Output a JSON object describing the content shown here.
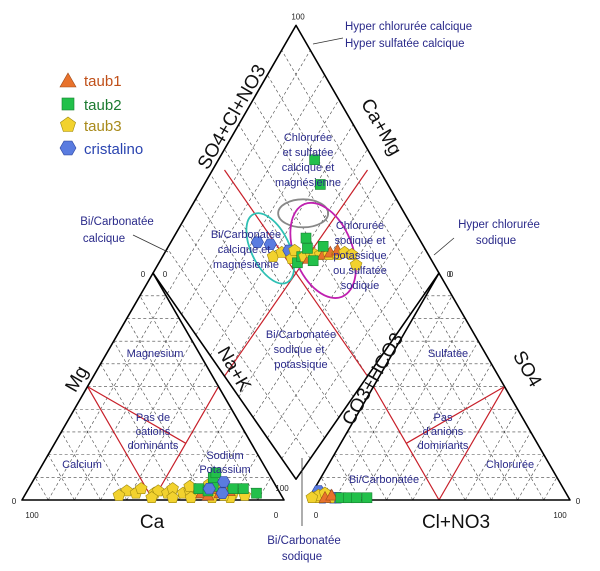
{
  "chart_data": {
    "type": "scatter",
    "subtype": "piper-diagram",
    "legend": [
      {
        "name": "taub1",
        "marker": "triangle",
        "color": "#e8722c"
      },
      {
        "name": "taub2",
        "marker": "square",
        "color": "#22c04a"
      },
      {
        "name": "taub3",
        "marker": "pentagon",
        "color": "#f2d22e"
      },
      {
        "name": "cristalino",
        "marker": "hexagon",
        "color": "#5a7ce0"
      }
    ],
    "axis_labels": {
      "cation_left": "Mg",
      "cation_bottom": "Ca",
      "cation_right": "Na+K",
      "anion_left": "CO3+HCO3",
      "anion_bottom": "Cl+NO3",
      "anion_right": "SO4",
      "diamond_upper_left": "SO4+Cl+NO3",
      "diamond_upper_right": "Ca+Mg"
    },
    "tick_labels": {
      "zero": "0",
      "hundred": "100"
    },
    "zones": {
      "magnesium": "Magnesium",
      "no_cation": [
        "Pas de",
        "cations",
        "dominants"
      ],
      "calcium": "Calcium",
      "sodium": [
        "Sodium",
        "Potassium"
      ],
      "sulfate": "Sulfatée",
      "no_anion": [
        "Pas",
        "d'anions",
        "dominants"
      ],
      "chloride": "Chlorurée",
      "bicarbonate": "Bi/Carbonatée",
      "d_top": [
        "Chlorurée",
        "et sulfatée",
        "calcique et",
        "magnésienne"
      ],
      "d_left": [
        "Bi/Carbonatée",
        "calcique et",
        "magnésienne"
      ],
      "d_right": [
        "Chlorurée",
        "sodique et",
        "potassique",
        "ou sulfatée",
        "sodique"
      ],
      "d_bottom": [
        "Bi/Carbonatée",
        "sodique et",
        "potassique"
      ]
    },
    "callouts": {
      "top": [
        "Hyper chlorurée calcique",
        "Hyper sulfatée calcique"
      ],
      "left": [
        "Bi/Carbonatée",
        "calcique"
      ],
      "right": [
        "Hyper chlorurée",
        "sodique"
      ],
      "bottom": [
        "Bi/Carbonatée",
        "sodique"
      ]
    },
    "cation_points": [
      {
        "s": "taub3",
        "ca": 58,
        "mg": 4
      },
      {
        "s": "taub3",
        "ca": 55,
        "mg": 3
      },
      {
        "s": "taub3",
        "ca": 52,
        "mg": 5
      },
      {
        "s": "taub3",
        "ca": 48,
        "mg": 3
      },
      {
        "s": "taub3",
        "ca": 46,
        "mg": 4
      },
      {
        "s": "taub3",
        "ca": 43,
        "mg": 3
      },
      {
        "s": "taub3",
        "ca": 40,
        "mg": 5
      },
      {
        "s": "taub3",
        "ca": 37,
        "mg": 3
      },
      {
        "s": "taub3",
        "ca": 34,
        "mg": 4
      },
      {
        "s": "taub3",
        "ca": 31,
        "mg": 3
      },
      {
        "s": "taub3",
        "ca": 28,
        "mg": 4
      },
      {
        "s": "taub3",
        "ca": 24,
        "mg": 3
      },
      {
        "s": "taub3",
        "ca": 21,
        "mg": 5
      },
      {
        "s": "taub3",
        "ca": 18,
        "mg": 3
      },
      {
        "s": "taub3",
        "ca": 14,
        "mg": 2
      },
      {
        "s": "taub3",
        "ca": 50,
        "mg": 1
      },
      {
        "s": "taub3",
        "ca": 42,
        "mg": 1
      },
      {
        "s": "taub3",
        "ca": 35,
        "mg": 1
      },
      {
        "s": "taub3",
        "ca": 27,
        "mg": 1
      },
      {
        "s": "taub3",
        "ca": 20,
        "mg": 1
      },
      {
        "s": "taub3",
        "ca": 62,
        "mg": 2
      },
      {
        "s": "taub3",
        "ca": 33,
        "mg": 6
      },
      {
        "s": "taub3",
        "ca": 25,
        "mg": 7
      },
      {
        "s": "taub3",
        "ca": 22,
        "mg": 2
      },
      {
        "s": "taub1",
        "ca": 30,
        "mg": 3
      },
      {
        "s": "taub1",
        "ca": 28,
        "mg": 2
      },
      {
        "s": "taub1",
        "ca": 25,
        "mg": 5
      },
      {
        "s": "taub1",
        "ca": 23,
        "mg": 3
      },
      {
        "s": "taub1",
        "ca": 19,
        "mg": 4
      },
      {
        "s": "taub2",
        "ca": 30,
        "mg": 5
      },
      {
        "s": "taub2",
        "ca": 27,
        "mg": 4
      },
      {
        "s": "taub2",
        "ca": 24,
        "mg": 6
      },
      {
        "s": "taub2",
        "ca": 22,
        "mg": 10
      },
      {
        "s": "taub2",
        "ca": 20,
        "mg": 12
      },
      {
        "s": "taub2",
        "ca": 17,
        "mg": 5
      },
      {
        "s": "taub2",
        "ca": 13,
        "mg": 5
      },
      {
        "s": "taub2",
        "ca": 9,
        "mg": 3
      },
      {
        "s": "cristalino",
        "ca": 26,
        "mg": 5
      },
      {
        "s": "cristalino",
        "ca": 22,
        "mg": 3
      },
      {
        "s": "cristalino",
        "ca": 19,
        "mg": 8
      }
    ],
    "anion_points": [
      {
        "s": "cristalino",
        "cl": 3,
        "so4": 2
      },
      {
        "s": "cristalino",
        "cl": 5,
        "so4": 1
      },
      {
        "s": "cristalino",
        "cl": 7,
        "so4": 2
      },
      {
        "s": "cristalino",
        "cl": 4,
        "so4": 3
      },
      {
        "s": "cristalino",
        "cl": 9,
        "so4": 1
      },
      {
        "s": "cristalino",
        "cl": 11,
        "so4": 1
      },
      {
        "s": "cristalino",
        "cl": 2,
        "so4": 4
      },
      {
        "s": "taub3",
        "cl": 2,
        "so4": 1
      },
      {
        "s": "taub3",
        "cl": 4,
        "so4": 1
      },
      {
        "s": "taub3",
        "cl": 6,
        "so4": 2
      },
      {
        "s": "taub3",
        "cl": 3,
        "so4": 2
      },
      {
        "s": "taub3",
        "cl": 8,
        "so4": 1
      },
      {
        "s": "taub3",
        "cl": 1,
        "so4": 1
      },
      {
        "s": "taub3",
        "cl": 5,
        "so4": 3
      },
      {
        "s": "taub1",
        "cl": 6,
        "so4": 1
      },
      {
        "s": "taub1",
        "cl": 8,
        "so4": 2
      },
      {
        "s": "taub2",
        "cl": 12,
        "so4": 1
      },
      {
        "s": "taub2",
        "cl": 15,
        "so4": 1
      },
      {
        "s": "taub2",
        "cl": 18,
        "so4": 1
      },
      {
        "s": "taub2",
        "cl": 22,
        "so4": 1
      }
    ],
    "diamond_points": [
      {
        "s": "cristalino",
        "nak": 44,
        "so4cl": 71
      },
      {
        "s": "cristalino",
        "nak": 48,
        "so4cl": 66
      },
      {
        "s": "taub3",
        "nak": 46,
        "so4cl": 62
      },
      {
        "s": "taub3",
        "nak": 50,
        "so4cl": 60
      },
      {
        "s": "cristalino",
        "nak": 53,
        "so4cl": 58
      },
      {
        "s": "taub3",
        "nak": 52,
        "so4cl": 55
      },
      {
        "s": "taub3",
        "nak": 55,
        "so4cl": 56
      },
      {
        "s": "taub2",
        "nak": 53,
        "so4cl": 52
      },
      {
        "s": "taub2",
        "nak": 56,
        "so4cl": 52
      },
      {
        "s": "taub3",
        "nak": 57,
        "so4cl": 51
      },
      {
        "s": "taub1",
        "nak": 58,
        "so4cl": 49
      },
      {
        "s": "taub3",
        "nak": 60,
        "so4cl": 50
      },
      {
        "s": "taub3",
        "nak": 61,
        "so4cl": 48
      },
      {
        "s": "taub3",
        "nak": 63,
        "so4cl": 46
      },
      {
        "s": "taub1",
        "nak": 64,
        "so4cl": 45
      },
      {
        "s": "taub3",
        "nak": 66,
        "so4cl": 43
      },
      {
        "s": "taub1",
        "nak": 67,
        "so4cl": 43
      },
      {
        "s": "taub3",
        "nak": 69,
        "so4cl": 40
      },
      {
        "s": "taub1",
        "nak": 70,
        "so4cl": 41
      },
      {
        "s": "taub3",
        "nak": 72,
        "so4cl": 38
      },
      {
        "s": "taub3",
        "nak": 74,
        "so4cl": 35
      },
      {
        "s": "taub3",
        "nak": 73,
        "so4cl": 31
      },
      {
        "s": "taub2",
        "nak": 60,
        "so4cl": 52
      },
      {
        "s": "taub2",
        "nak": 62,
        "so4cl": 55
      },
      {
        "s": "taub2",
        "nak": 59,
        "so4cl": 47
      },
      {
        "s": "taub2",
        "nak": 66,
        "so4cl": 47
      },
      {
        "s": "taub2",
        "nak": 80,
        "so4cl": 63
      },
      {
        "s": "taub2",
        "nak": 84,
        "so4cl": 71
      }
    ],
    "ellipses": [
      {
        "color": "#2fc0b4",
        "nak": 47,
        "so4cl": 65
      },
      {
        "color": "#888888",
        "nak": 67,
        "so4cl": 62
      },
      {
        "color": "#c020b0",
        "nak": 65,
        "so4cl": 46
      }
    ]
  }
}
